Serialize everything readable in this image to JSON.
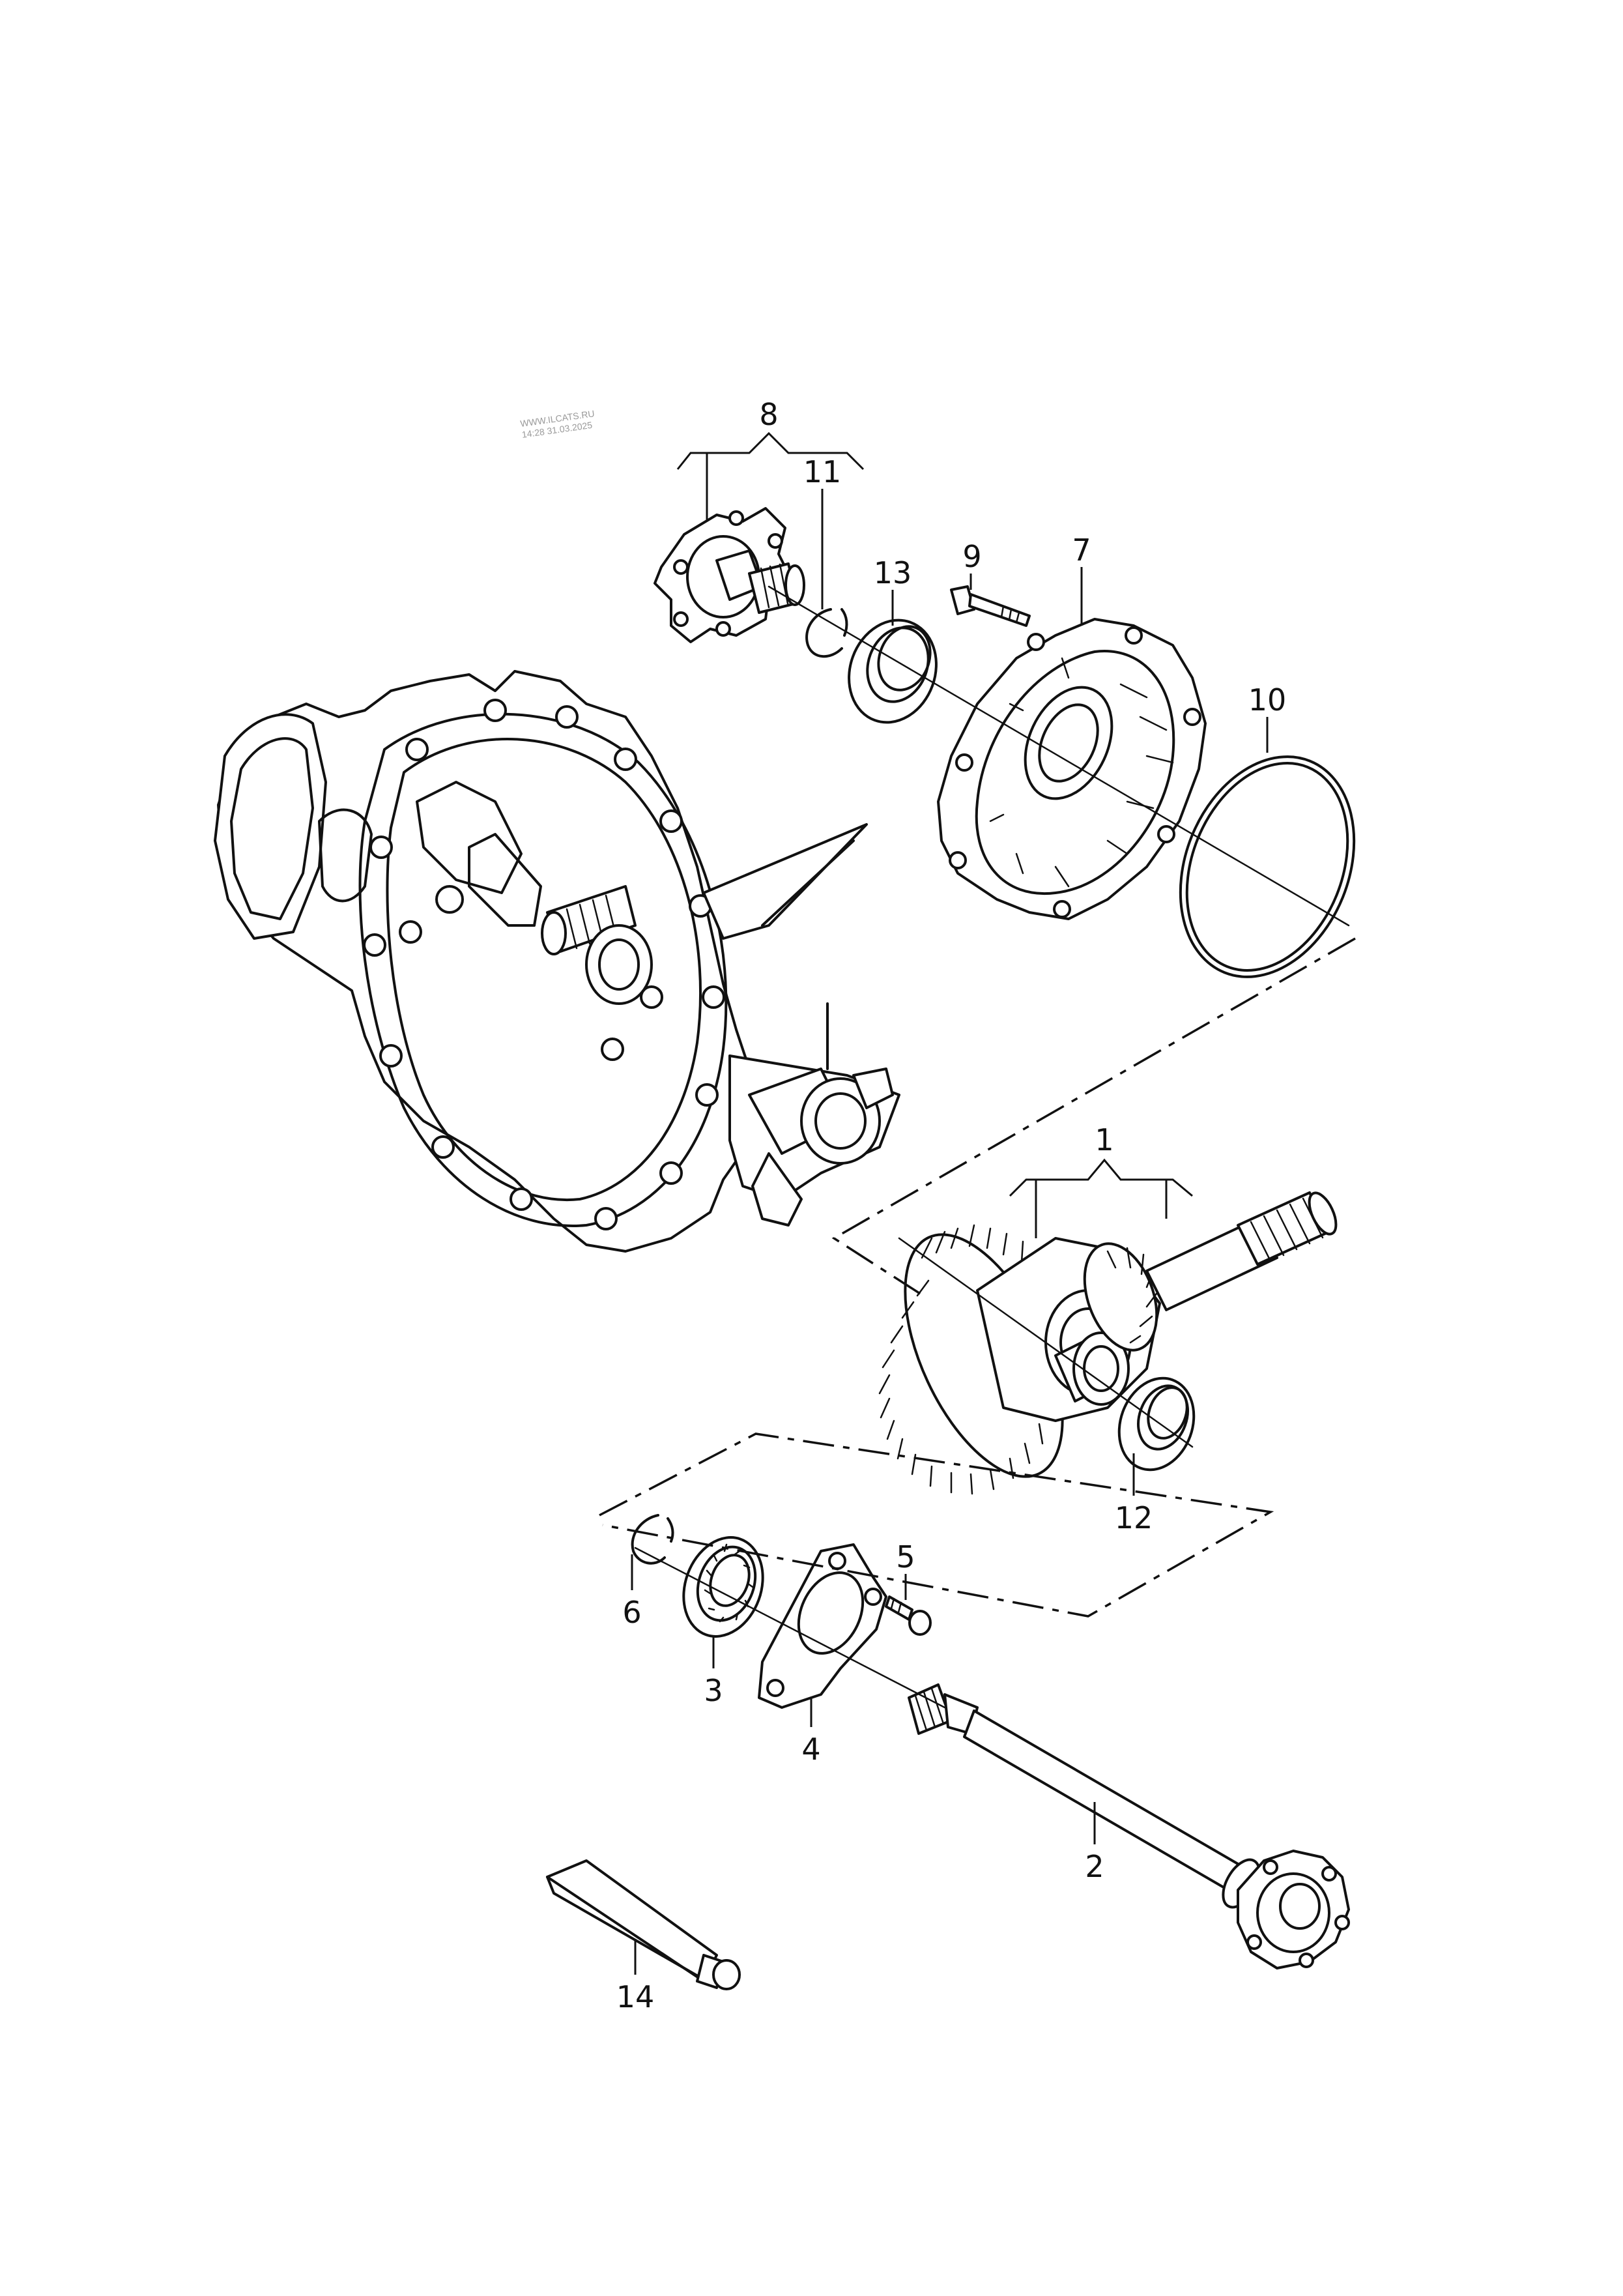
{
  "watermark": {
    "line1": "WWW.ILCATS.RU",
    "line2": "14:28 31.03.2025"
  },
  "callouts": [
    {
      "id": "1",
      "label": "1"
    },
    {
      "id": "2",
      "label": "2"
    },
    {
      "id": "3",
      "label": "3"
    },
    {
      "id": "4",
      "label": "4"
    },
    {
      "id": "5",
      "label": "5"
    },
    {
      "id": "6",
      "label": "6"
    },
    {
      "id": "7",
      "label": "7"
    },
    {
      "id": "8",
      "label": "8"
    },
    {
      "id": "9",
      "label": "9"
    },
    {
      "id": "10",
      "label": "10"
    },
    {
      "id": "11",
      "label": "11"
    },
    {
      "id": "12",
      "label": "12"
    },
    {
      "id": "13",
      "label": "13"
    },
    {
      "id": "14",
      "label": "14"
    }
  ]
}
